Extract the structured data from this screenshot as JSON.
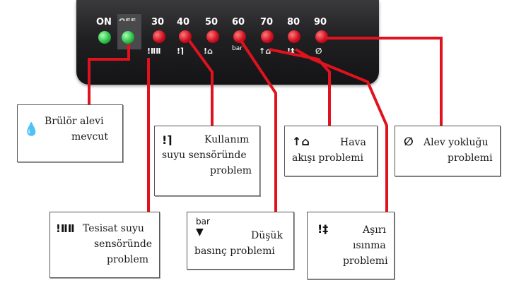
{
  "panel": {
    "on_label": "ON",
    "off_label": "OFF",
    "scale_labels": [
      "30",
      "40",
      "50",
      "60",
      "70",
      "80",
      "90"
    ],
    "symbols": {
      "tesisat": "!ⅡⅡ",
      "kullanim": "!⌉",
      "ev": "!⌂",
      "bar": "bar",
      "hava": "↑⌂",
      "isinma": "!‡",
      "alev": "∅"
    }
  },
  "legend": {
    "brulor": {
      "lines": [
        "Brülör alevi",
        "mevcut"
      ]
    },
    "tesisat": {
      "lines": [
        "Tesisat suyu",
        "sensöründe",
        "problem"
      ]
    },
    "kullanim": {
      "lines": [
        "Kullanım",
        "suyu sensöründe",
        "problem"
      ]
    },
    "basinc": {
      "icon_text": "bar",
      "lines": [
        "Düşük",
        "basınç problemi"
      ]
    },
    "hava": {
      "lines": [
        "Hava",
        "akışı problemi"
      ]
    },
    "isinma": {
      "lines": [
        "Aşırı",
        "ısınma",
        "problemi"
      ]
    },
    "alev": {
      "lines": [
        "Alev yokluğu",
        "problemi"
      ]
    }
  },
  "colors": {
    "connector": "#e0121e",
    "led_red": "#d01020",
    "led_green": "#2cc24a",
    "panel": "#1e1e20"
  }
}
